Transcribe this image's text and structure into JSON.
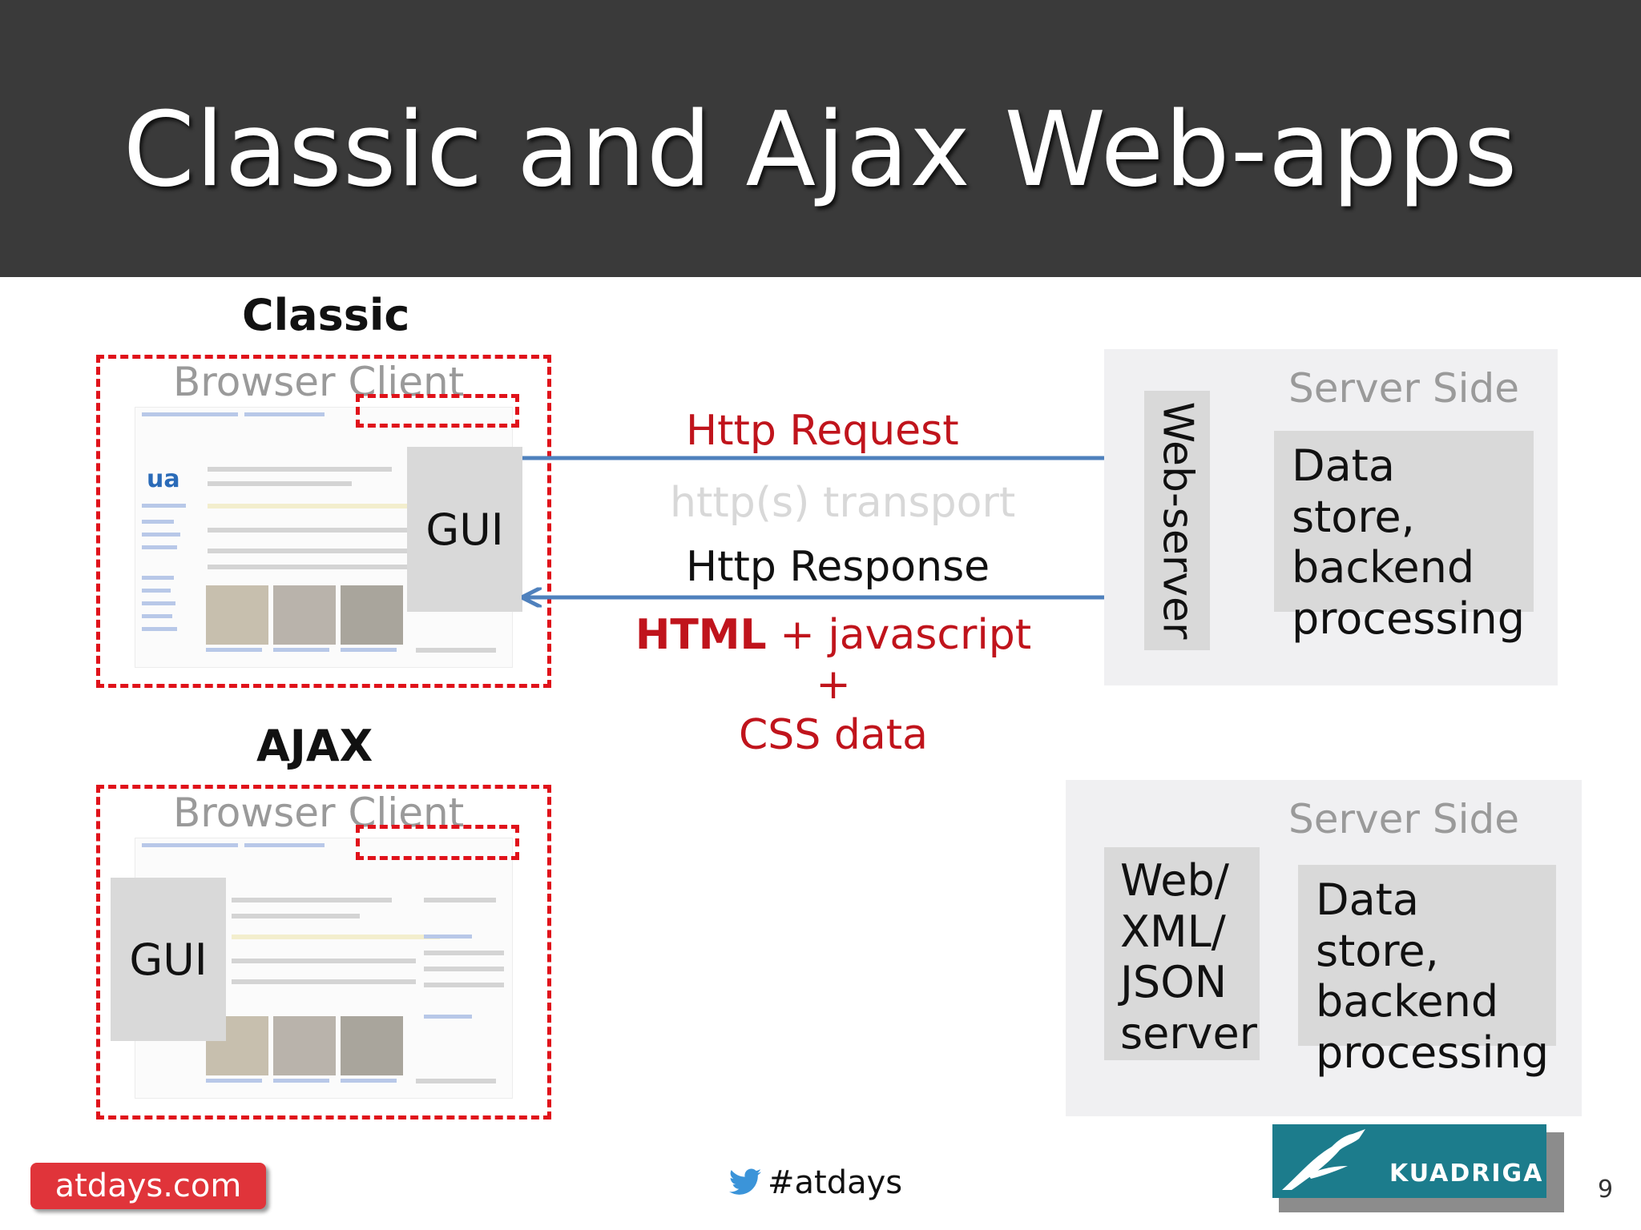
{
  "slide": {
    "title": "Classic and Ajax Web-apps",
    "page_number": "9"
  },
  "classic": {
    "heading": "Classic",
    "browser_label": "Browser Client",
    "gui_label": "GUI",
    "request_label": "Http Request",
    "transport_label": "http(s) transport",
    "response_label": "Http Response",
    "payload_bold": "HTML",
    "payload_rest": " + javascript +",
    "payload_line2": "CSS data",
    "server": {
      "label": "Server Side",
      "webserver_label": "Web-server",
      "data_lines": [
        "Data store,",
        "backend",
        "processing"
      ]
    }
  },
  "ajax": {
    "heading": "AJAX",
    "browser_label": "Browser Client",
    "gui_label": "GUI",
    "server": {
      "label": "Server Side",
      "web_lines": [
        "Web/",
        "XML/",
        "JSON",
        "server"
      ],
      "data_lines": [
        "Data store,",
        "backend",
        "processing"
      ]
    }
  },
  "footer": {
    "site_badge": "atdays.com",
    "hashtag": "#atdays",
    "logo_text": "KUADRIGA",
    "twitter_icon": "twitter-bird-icon"
  },
  "colors": {
    "header_bg": "#3a3a3a",
    "accent_red": "#e0121a",
    "text_red": "#c0141c",
    "arrow_blue": "#4f81bd",
    "panel_grey": "#d9d9d9",
    "server_bg": "#f0f0f2",
    "logo_teal": "#1c7c8c"
  }
}
